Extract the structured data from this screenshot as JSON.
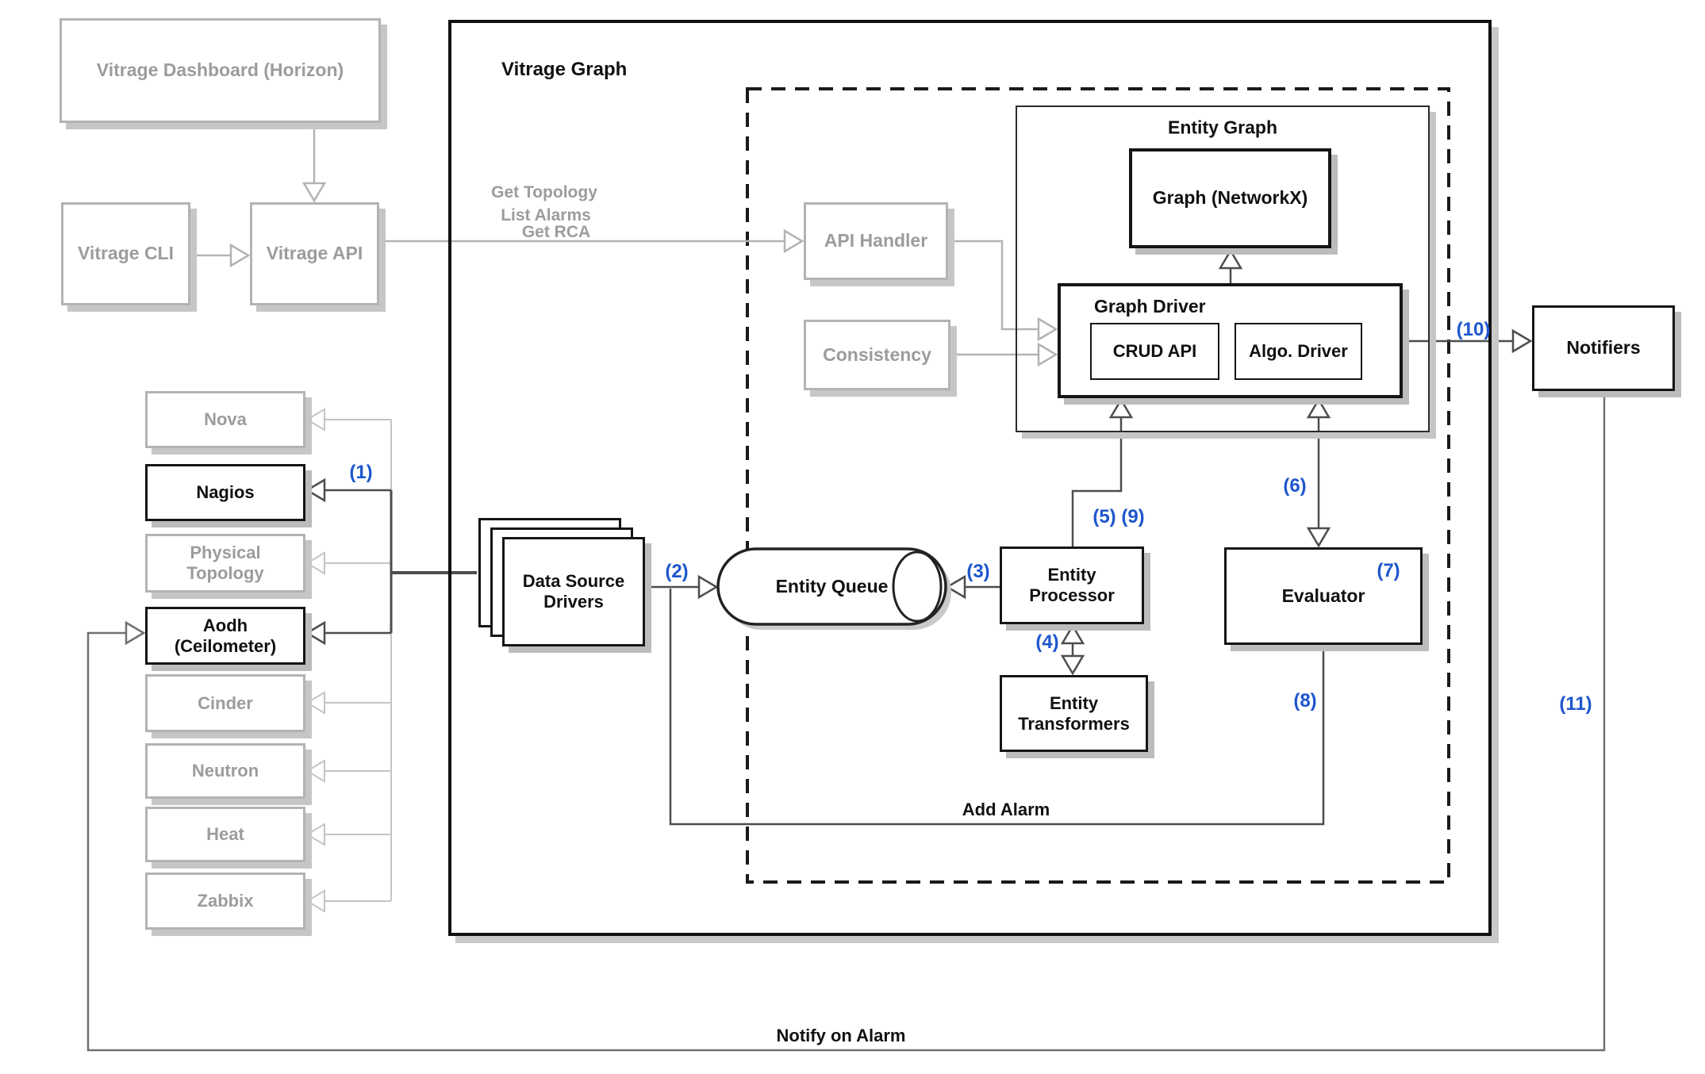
{
  "containers": {
    "vitrage_graph": {
      "label": "Vitrage Graph"
    },
    "entity_graph": {
      "label": "Entity Graph"
    },
    "graph_driver": {
      "label": "Graph Driver"
    }
  },
  "nodes": {
    "dashboard": {
      "label": "Vitrage Dashboard (Horizon)"
    },
    "cli": {
      "label": "Vitrage CLI"
    },
    "api": {
      "label": "Vitrage API"
    },
    "api_handler": {
      "label": "API Handler"
    },
    "consistency": {
      "label": "Consistency"
    },
    "graph_networkx": {
      "label": "Graph (NetworkX)"
    },
    "crud_api": {
      "label": "CRUD API"
    },
    "algo_driver": {
      "label": "Algo. Driver"
    },
    "notifiers": {
      "label": "Notifiers"
    },
    "data_source_drivers": {
      "label": "Data Source Drivers"
    },
    "entity_queue": {
      "label": "Entity Queue"
    },
    "entity_processor": {
      "label": "Entity Processor"
    },
    "entity_transformers": {
      "label": "Entity Transformers"
    },
    "evaluator": {
      "label": "Evaluator"
    }
  },
  "data_sources": [
    {
      "label": "Nova",
      "active": false
    },
    {
      "label": "Nagios",
      "active": true
    },
    {
      "label": "Physical Topology",
      "active": false
    },
    {
      "label": "Aodh (Ceilometer)",
      "active": true
    },
    {
      "label": "Cinder",
      "active": false
    },
    {
      "label": "Neutron",
      "active": false
    },
    {
      "label": "Heat",
      "active": false
    },
    {
      "label": "Zabbix",
      "active": false
    }
  ],
  "flow_labels": {
    "get_topology": "Get Topology",
    "list_alarms": "List Alarms",
    "get_rca": "Get RCA",
    "add_alarm": "Add Alarm",
    "notify_on_alarm": "Notify on Alarm"
  },
  "step_numbers": {
    "n1": "(1)",
    "n2": "(2)",
    "n3": "(3)",
    "n4": "(4)",
    "n5_9": "(5) (9)",
    "n6": "(6)",
    "n7": "(7)",
    "n8": "(8)",
    "n10": "(10)",
    "n11": "(11)"
  },
  "colors": {
    "step_blue": "#1e56cc",
    "muted_gray": "#9c9c9c",
    "dark_line": "#4d4d4d",
    "light_line": "#c4c4c4",
    "black": "#151515"
  }
}
